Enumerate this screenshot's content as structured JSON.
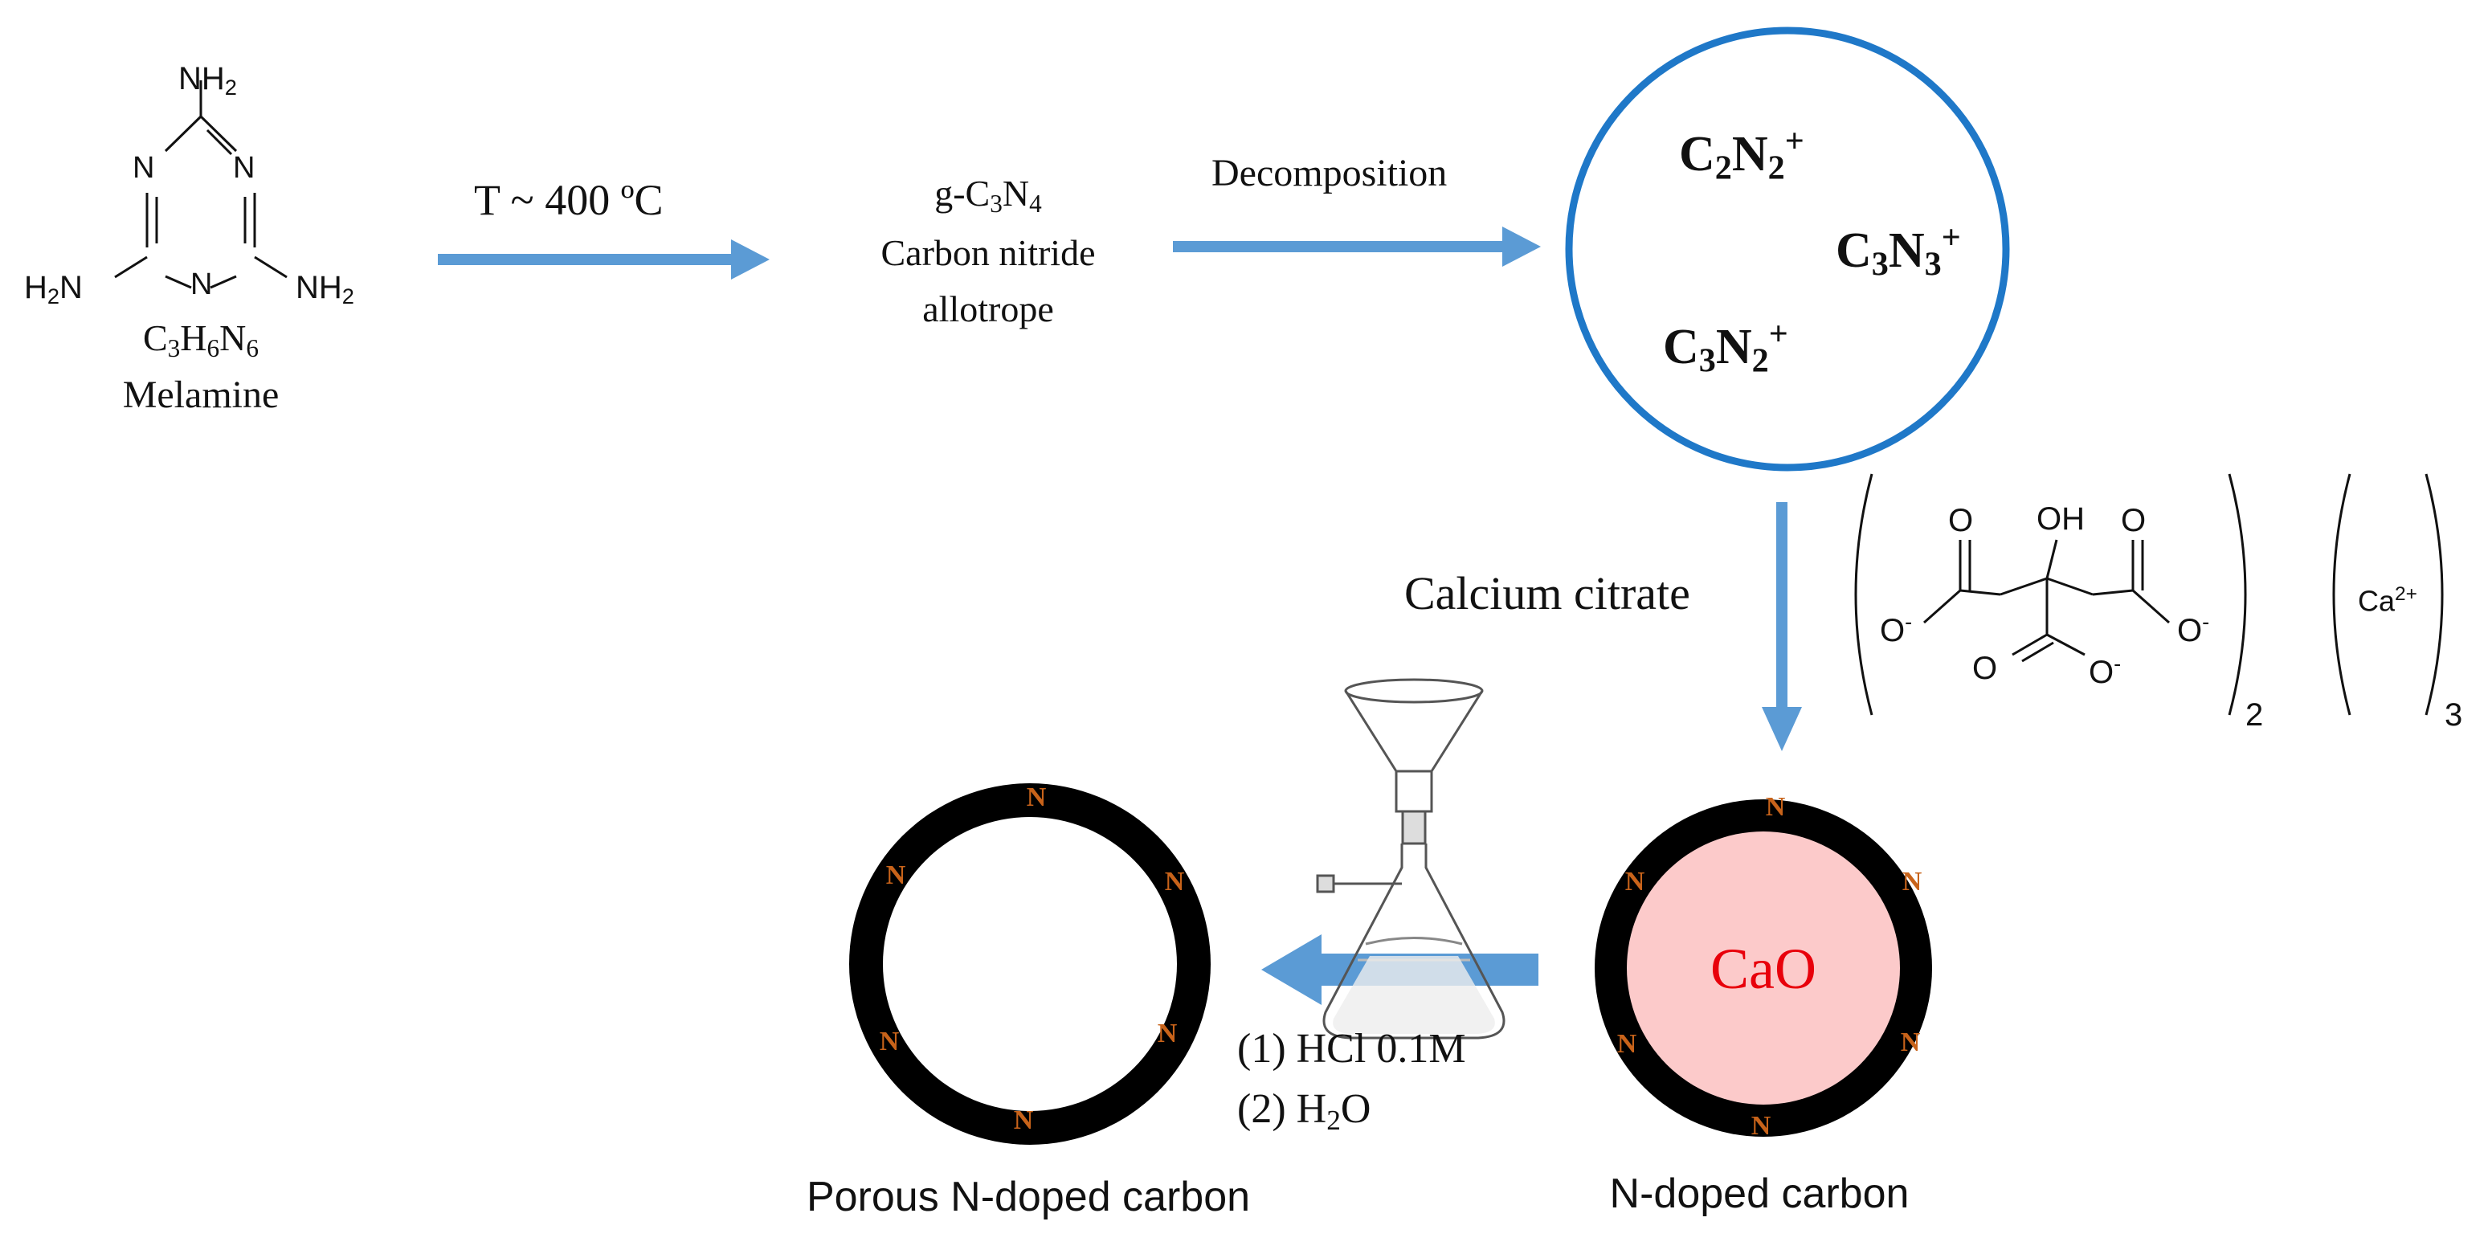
{
  "melamine": {
    "atoms": {
      "nh2": "NH",
      "two": "2",
      "h2n_h": "H",
      "h2n_two": "2",
      "h2n_n": "N",
      "ring_n": "N"
    },
    "formula": {
      "c": "C",
      "c_sub": "3",
      "h": "H",
      "h_sub": "6",
      "n": "N",
      "n_sub": "6"
    },
    "name": "Melamine"
  },
  "step1": {
    "condition": "T ~ 400 ºC"
  },
  "gc3n4": {
    "formula": {
      "g": "g-C",
      "c_sub": "3",
      "n": "N",
      "n_sub": "4"
    },
    "line2": "Carbon nitride",
    "line3": "allotrope"
  },
  "step2": {
    "label": "Decomposition"
  },
  "fragments": [
    {
      "a": "C",
      "a_sub": "2",
      "b": "N",
      "b_sub": "2",
      "charge": "+"
    },
    {
      "a": "C",
      "a_sub": "3",
      "b": "N",
      "b_sub": "3",
      "charge": "+"
    },
    {
      "a": "C",
      "a_sub": "3",
      "b": "N",
      "b_sub": "2",
      "charge": "+"
    }
  ],
  "step3": {
    "label": "Calcium citrate"
  },
  "citrate": {
    "o": "O",
    "oh": "OH",
    "o_minus": "O",
    "minus": "-",
    "bracket1_sub": "2",
    "ca": "Ca",
    "ca_charge": "2+",
    "bracket2_sub": "3"
  },
  "ndoped": {
    "core": "CaO",
    "n_mark": "N",
    "name": "N-doped carbon"
  },
  "step4": {
    "line1": "(1) HCl 0.1M",
    "line2a": "(2) H",
    "line2_sub": "2",
    "line2b": "O"
  },
  "porous": {
    "n_mark": "N",
    "name": "Porous N-doped carbon"
  },
  "colors": {
    "arrow": "#5b9bd5",
    "circle_stroke": "#1f78c8",
    "ring": "#000000",
    "core": "#fccaca",
    "core_text": "#e8000b",
    "n_mark": "#c8631a"
  }
}
